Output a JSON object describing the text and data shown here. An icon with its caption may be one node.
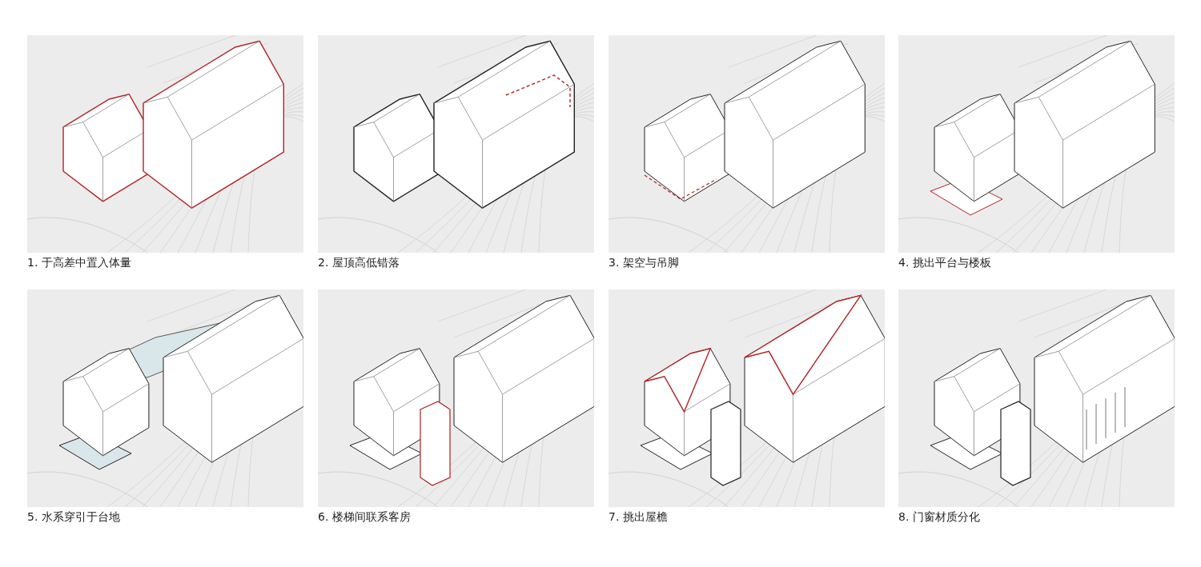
{
  "diagram": {
    "labels": [
      "1. 于高差中置入体量",
      "2. 屋顶高低错落",
      "3. 架空与吊脚",
      "4. 挑出平台与楼板",
      "5. 水系穿引于台地",
      "6. 楼梯间联系客房",
      "7. 挑出屋檐",
      "8. 门窗材质分化"
    ]
  }
}
